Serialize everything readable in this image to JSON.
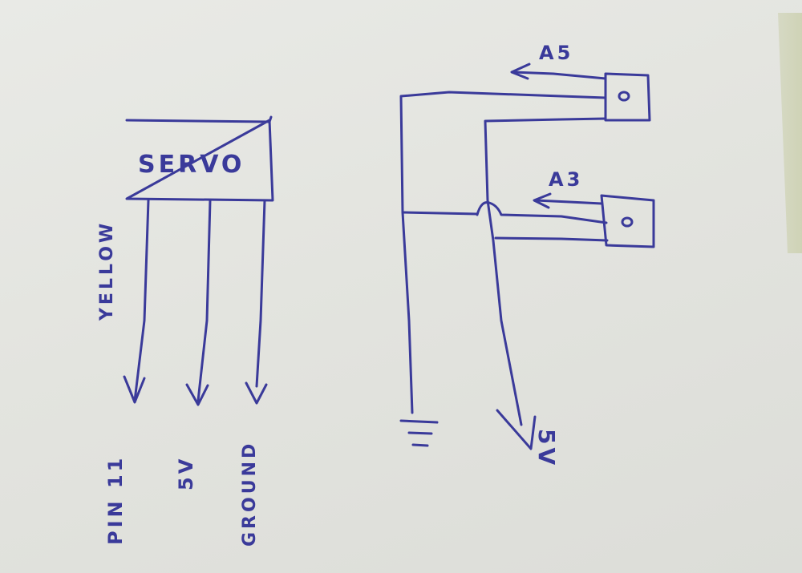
{
  "diagram": {
    "type": "hand-drawn circuit schematic",
    "ink_color": "#3a3a9a",
    "paper_color": "#e4e5e0",
    "servo": {
      "label": "SERVO",
      "wire_color_note": "YELLOW",
      "leads": [
        {
          "id": "signal",
          "label": "PIN 11"
        },
        {
          "id": "power",
          "label": "5V"
        },
        {
          "id": "ground",
          "label": "GROUND"
        }
      ]
    },
    "sensors": [
      {
        "id": "sensor-a5",
        "signal_label": "A5",
        "knob_glyph": "o"
      },
      {
        "id": "sensor-a3",
        "signal_label": "A3",
        "knob_glyph": "o"
      }
    ],
    "rails": {
      "ground_symbol": "ground",
      "power_label": "5V"
    }
  }
}
